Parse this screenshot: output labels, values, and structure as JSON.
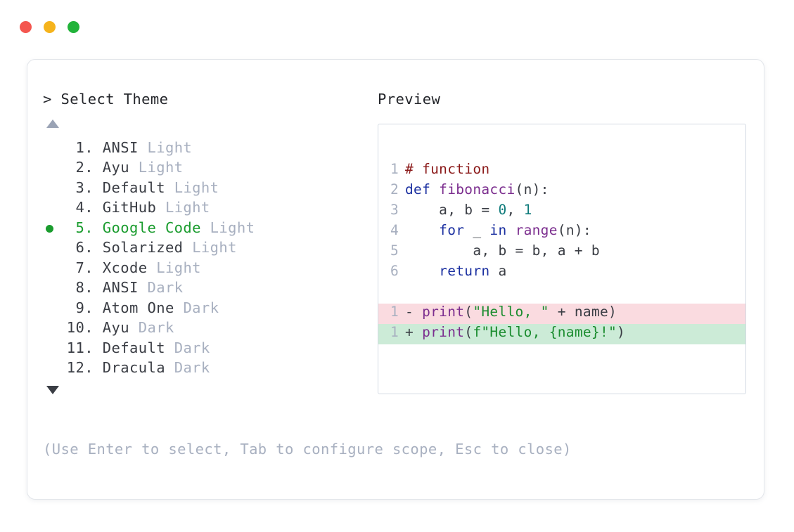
{
  "window": {
    "traffic_lights": [
      {
        "name": "close",
        "color": "#f4564f"
      },
      {
        "name": "minimize",
        "color": "#f5b31c"
      },
      {
        "name": "maximize",
        "color": "#22b33a"
      }
    ]
  },
  "left_panel": {
    "prompt": "> Select Theme",
    "scroll_up_indicator": "▲",
    "scroll_down_indicator": "▼",
    "selected_index": 5,
    "items": [
      {
        "index": "1.",
        "name": "ANSI",
        "variant": "Light",
        "selected": false
      },
      {
        "index": "2.",
        "name": "Ayu",
        "variant": "Light",
        "selected": false
      },
      {
        "index": "3.",
        "name": "Default",
        "variant": "Light",
        "selected": false
      },
      {
        "index": "4.",
        "name": "GitHub",
        "variant": "Light",
        "selected": false
      },
      {
        "index": "5.",
        "name": "Google Code",
        "variant": "Light",
        "selected": true
      },
      {
        "index": "6.",
        "name": "Solarized",
        "variant": "Light",
        "selected": false
      },
      {
        "index": "7.",
        "name": "Xcode",
        "variant": "Light",
        "selected": false
      },
      {
        "index": "8.",
        "name": "ANSI",
        "variant": "Dark",
        "selected": false
      },
      {
        "index": "9.",
        "name": "Atom One",
        "variant": "Dark",
        "selected": false
      },
      {
        "index": "10.",
        "name": "Ayu",
        "variant": "Dark",
        "selected": false
      },
      {
        "index": "11.",
        "name": "Default",
        "variant": "Dark",
        "selected": false
      },
      {
        "index": "12.",
        "name": "Dracula",
        "variant": "Dark",
        "selected": false
      }
    ]
  },
  "right_panel": {
    "heading": "Preview",
    "code_lines": [
      {
        "gutter": "1",
        "tokens": [
          {
            "text": "# function",
            "cls": "t-comment"
          }
        ]
      },
      {
        "gutter": "2",
        "tokens": [
          {
            "text": "def ",
            "cls": "t-keyword"
          },
          {
            "text": "fibonacci",
            "cls": "t-func"
          },
          {
            "text": "(n):",
            "cls": "t-plain"
          }
        ]
      },
      {
        "gutter": "3",
        "tokens": [
          {
            "text": "    a, b = ",
            "cls": "t-plain"
          },
          {
            "text": "0",
            "cls": "t-num"
          },
          {
            "text": ", ",
            "cls": "t-plain"
          },
          {
            "text": "1",
            "cls": "t-num"
          }
        ]
      },
      {
        "gutter": "4",
        "tokens": [
          {
            "text": "    ",
            "cls": "t-plain"
          },
          {
            "text": "for",
            "cls": "t-keyword"
          },
          {
            "text": " _ ",
            "cls": "t-plain"
          },
          {
            "text": "in",
            "cls": "t-keyword"
          },
          {
            "text": " ",
            "cls": "t-plain"
          },
          {
            "text": "range",
            "cls": "t-func"
          },
          {
            "text": "(n):",
            "cls": "t-plain"
          }
        ]
      },
      {
        "gutter": "5",
        "tokens": [
          {
            "text": "        a, b = b, a + b",
            "cls": "t-plain"
          }
        ]
      },
      {
        "gutter": "6",
        "tokens": [
          {
            "text": "    ",
            "cls": "t-plain"
          },
          {
            "text": "return",
            "cls": "t-keyword"
          },
          {
            "text": " a",
            "cls": "t-plain"
          }
        ]
      }
    ],
    "diff_lines": [
      {
        "gutter": "1",
        "kind": "del",
        "tokens": [
          {
            "text": "- ",
            "cls": "t-marker"
          },
          {
            "text": "print",
            "cls": "t-func"
          },
          {
            "text": "(",
            "cls": "t-plain"
          },
          {
            "text": "\"Hello, \"",
            "cls": "t-str"
          },
          {
            "text": " + name)",
            "cls": "t-plain"
          }
        ]
      },
      {
        "gutter": "1",
        "kind": "add",
        "tokens": [
          {
            "text": "+ ",
            "cls": "t-marker"
          },
          {
            "text": "print",
            "cls": "t-func"
          },
          {
            "text": "(",
            "cls": "t-plain"
          },
          {
            "text": "f\"Hello, {name}!\"",
            "cls": "t-str"
          },
          {
            "text": ")",
            "cls": "t-plain"
          }
        ]
      }
    ]
  },
  "footer": {
    "hint": "(Use Enter to select, Tab to configure scope, Esc to close)"
  },
  "colors": {
    "accent_green": "#1a9c2e",
    "muted": "#a8b0c0",
    "text": "#3a3d44",
    "diff_add_bg": "#ccebd7",
    "diff_del_bg": "#fadbe0",
    "card_border": "#e2e5ea",
    "panel_border": "#d3dae3"
  }
}
